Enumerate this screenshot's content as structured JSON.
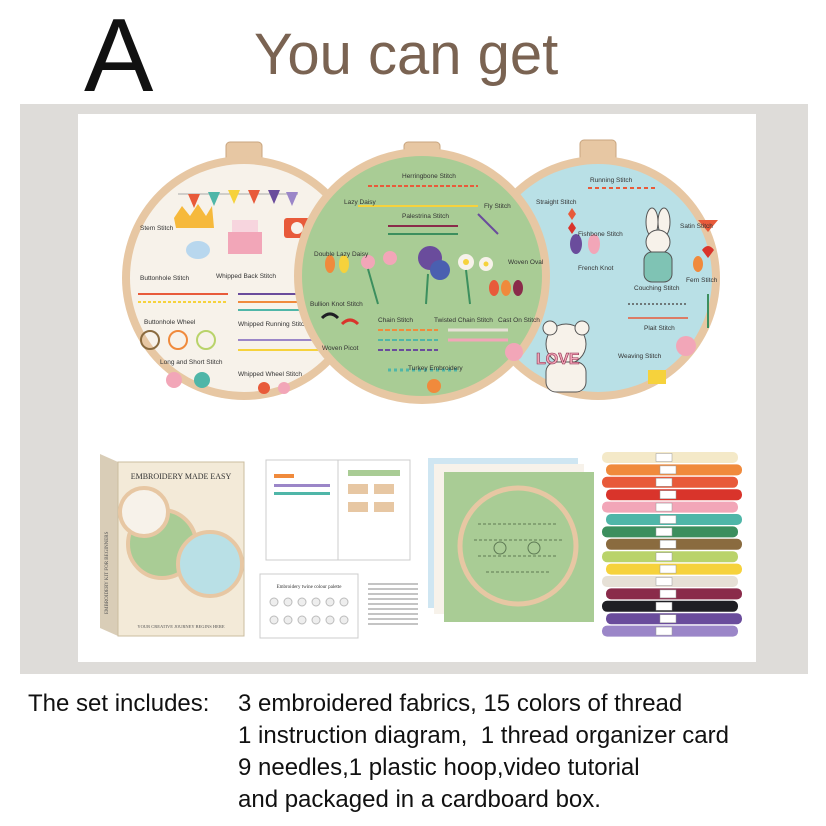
{
  "header": {
    "letter": "A",
    "title": "You can get"
  },
  "product_image": {
    "box_title": "EMBROIDERY MADE EASY",
    "box_side": "EMBROIDERY KIT FOR BEGINNERS",
    "box_footer": "YOUR CREATIVE JOURNEY BEGINS HERE",
    "palette_label": "Embroidery twine colour palette",
    "hoop1_labels": [
      "Stem Stitch",
      "Buttonhole Stitch",
      "Whipped Back Stitch",
      "Buttonhole Wheel",
      "Whipped Running Stitch",
      "Long and Short Stitch",
      "Whipped Wheel Stitch"
    ],
    "hoop2_labels": [
      "Herringbone Stitch",
      "Lazy Daisy",
      "Palestrina Stitch",
      "Fly Stitch",
      "Double Lazy Daisy",
      "Woven Oval",
      "Bullion Knot Stitch",
      "Chain Stitch",
      "Twisted Chain Stitch",
      "Cast On Stitch",
      "Woven Picot",
      "Turkey Embroidery"
    ],
    "hoop3_labels": [
      "Running Stitch",
      "Straight Stitch",
      "Satin Stitch",
      "Fishbone Stitch",
      "French Knot",
      "Fern Stitch",
      "Couching Stitch",
      "Plait Stitch",
      "Weaving Stitch"
    ],
    "love_text": "LOVE"
  },
  "description": {
    "label": "The set includes: ",
    "lines": [
      "3 embroidered fabrics, 15 colors of thread",
      "1 instruction diagram,  1 thread organizer card",
      "9 needles,1 plastic hoop,video tutorial",
      "and packaged in a cardboard box."
    ]
  },
  "colors": {
    "title": "#7a6352",
    "frame": "#dedcd9",
    "fabric_cream": "#f7f2ea",
    "fabric_green": "#a9cc95",
    "fabric_blue": "#b9e0e6",
    "hoop_wood": "#e7c7a3"
  },
  "threads": [
    "#f4e9c8",
    "#f08a3c",
    "#e85a3a",
    "#d9342b",
    "#f2a6b8",
    "#4fb6a8",
    "#3c8f5e",
    "#8a6b3f",
    "#b9d36a",
    "#f6d23c",
    "#e6e0d6",
    "#8a2b4a",
    "#1f1f24",
    "#6a4c9c",
    "#9b86c8"
  ]
}
